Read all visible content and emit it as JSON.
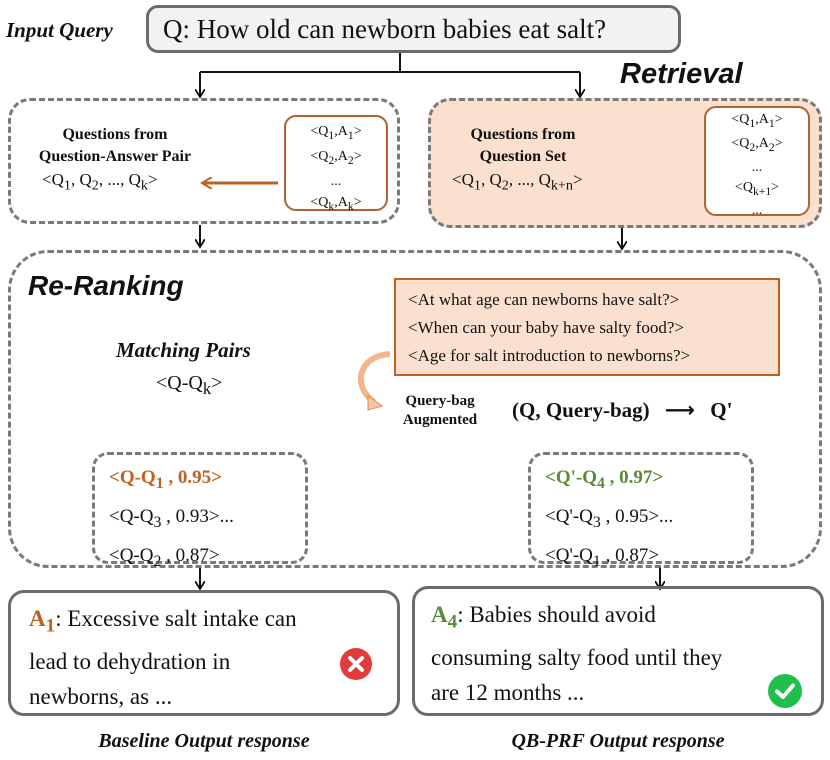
{
  "input": {
    "label": "Input Query",
    "query": "Q: How old can newborn babies eat salt?"
  },
  "retrieval": {
    "label": "Retrieval",
    "left": {
      "title_line1": "Questions from",
      "title_line2": "Question-Answer Pair",
      "sequence": "<Q1, Q2, ..., Qk>",
      "pairs": [
        "<Q1,A1>",
        "<Q2,A2>",
        "...",
        "<Qk,Ak>"
      ]
    },
    "right": {
      "title_line1": "Questions from",
      "title_line2": "Question Set",
      "sequence": "<Q1, Q2, ..., Qk+n>",
      "pairs": [
        "<Q1,A1>",
        "<Q2,A2>",
        "...",
        "<Qk+1>",
        "..."
      ]
    }
  },
  "reranking": {
    "label": "Re-Ranking",
    "matching_title": "Matching Pairs",
    "matching_pair": "<Q-Qk>",
    "query_bag": [
      "<At what age can newborns have salt?>",
      "<When can your baby have salty food?>",
      "<Age for salt introduction to newborns?>"
    ],
    "augmented_line1": "Query-bag",
    "augmented_line2": "Augmented",
    "equation_left": "(Q, Query-bag)",
    "equation_arrow": "⟶",
    "equation_right": "Q'",
    "baseline_scores": [
      {
        "pair": "<Q-Q1 , 0.95>",
        "highlight": true
      },
      {
        "pair": "<Q-Q3 , 0.93>...",
        "highlight": false
      },
      {
        "pair": "<Q-Q2 , 0.87>",
        "highlight": false
      }
    ],
    "qbprf_scores": [
      {
        "pair": "<Q'-Q4 , 0.97>",
        "highlight": true
      },
      {
        "pair": "<Q'-Q3 , 0.95>...",
        "highlight": false
      },
      {
        "pair": "<Q'-Q1 , 0.87>",
        "highlight": false
      }
    ]
  },
  "outputs": {
    "baseline": {
      "answer_label": "A1",
      "line1": ": Excessive salt intake can",
      "line2": "lead to dehydration in",
      "line3": "newborns, as ...",
      "caption": "Baseline Output response",
      "status_icon": "cross-icon"
    },
    "qbprf": {
      "answer_label": "A4",
      "line1": ": Babies should avoid",
      "line2": "consuming salty food until they",
      "line3": "are 12 months ...",
      "caption": "QB-PRF Output response",
      "status_icon": "check-icon"
    }
  },
  "colors": {
    "orange": "#c0601f",
    "green": "#5a8a35",
    "retrieval_fill": "#fbe0cf",
    "query_bag_fill": "#fbe0cf",
    "red_icon": "#e23b3b",
    "green_icon": "#1fbf4c"
  }
}
